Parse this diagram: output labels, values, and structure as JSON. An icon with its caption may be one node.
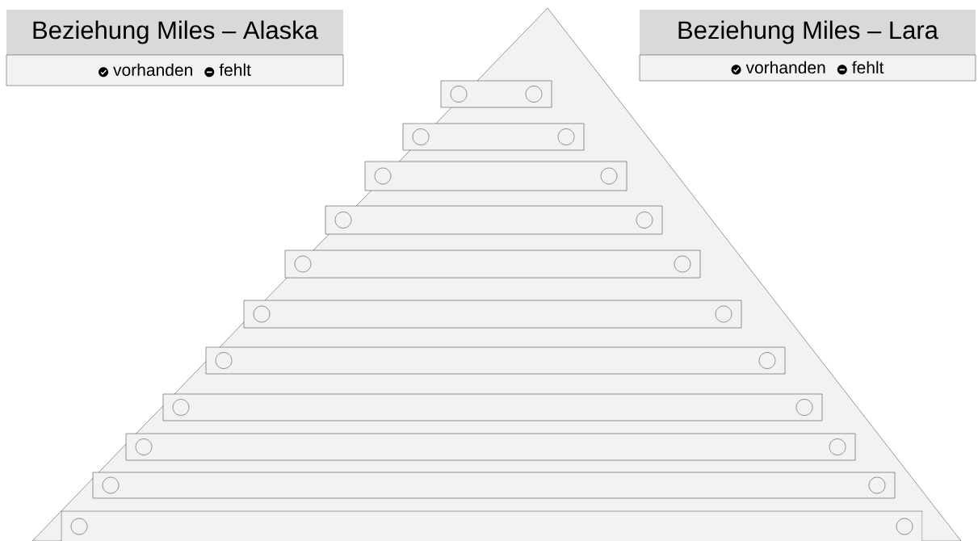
{
  "diagram": {
    "nodes": [
      {
        "text": [
          "Beziehung Miles – Alaska"
        ]
      },
      {
        "text": [
          "vorhanden",
          "fehlt"
        ]
      },
      {
        "text": [
          "Beziehung Miles – Lara"
        ]
      },
      {
        "text": [
          "vorhanden",
          "fehlt"
        ]
      },
      {
        "text": [],
        "shape": "triangle"
      },
      {
        "text": [],
        "shape": "bar",
        "in": 4
      },
      {
        "text": [],
        "shape": "bar",
        "in": 4
      },
      {
        "text": [],
        "shape": "bar",
        "in": 4
      },
      {
        "text": [],
        "shape": "bar",
        "in": 4
      },
      {
        "text": [],
        "shape": "bar",
        "in": 4
      },
      {
        "text": [],
        "shape": "bar",
        "in": 4
      },
      {
        "text": [],
        "shape": "bar",
        "in": 4
      },
      {
        "text": [],
        "shape": "bar",
        "in": 4
      },
      {
        "text": [],
        "shape": "bar",
        "in": 4
      },
      {
        "text": [],
        "shape": "bar",
        "in": 4
      },
      {
        "text": [],
        "shape": "bar",
        "in": 4
      }
    ]
  }
}
